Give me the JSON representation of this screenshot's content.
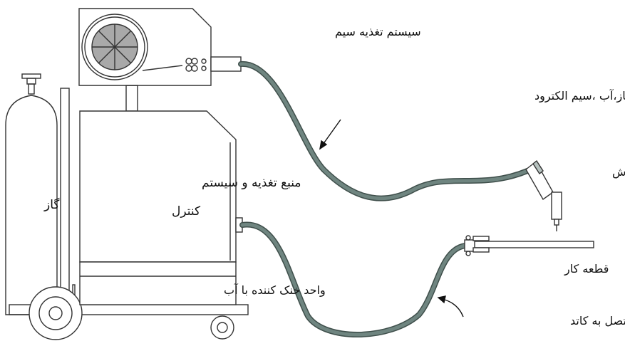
{
  "labels": {
    "wire_feed": "سیستم تغذیه سیم",
    "cable_anode": "سیم متصل به آند، گاز،آب ،سیم الکترود",
    "torch": "انبر جوش",
    "power_line1": "منبع تغذیه و سیستم",
    "power_line2": "کنترل",
    "gas": "گاز",
    "workpiece": "قطعه کار",
    "cooling": "واحد خنک کننده با آب",
    "cable_cathode": "سیم متصل به کاتد"
  },
  "colors": {
    "outline": "#333333",
    "hose": "#6f8580",
    "hose_edge": "#3f4f4b",
    "reel_fill": "#a9a9a9"
  }
}
